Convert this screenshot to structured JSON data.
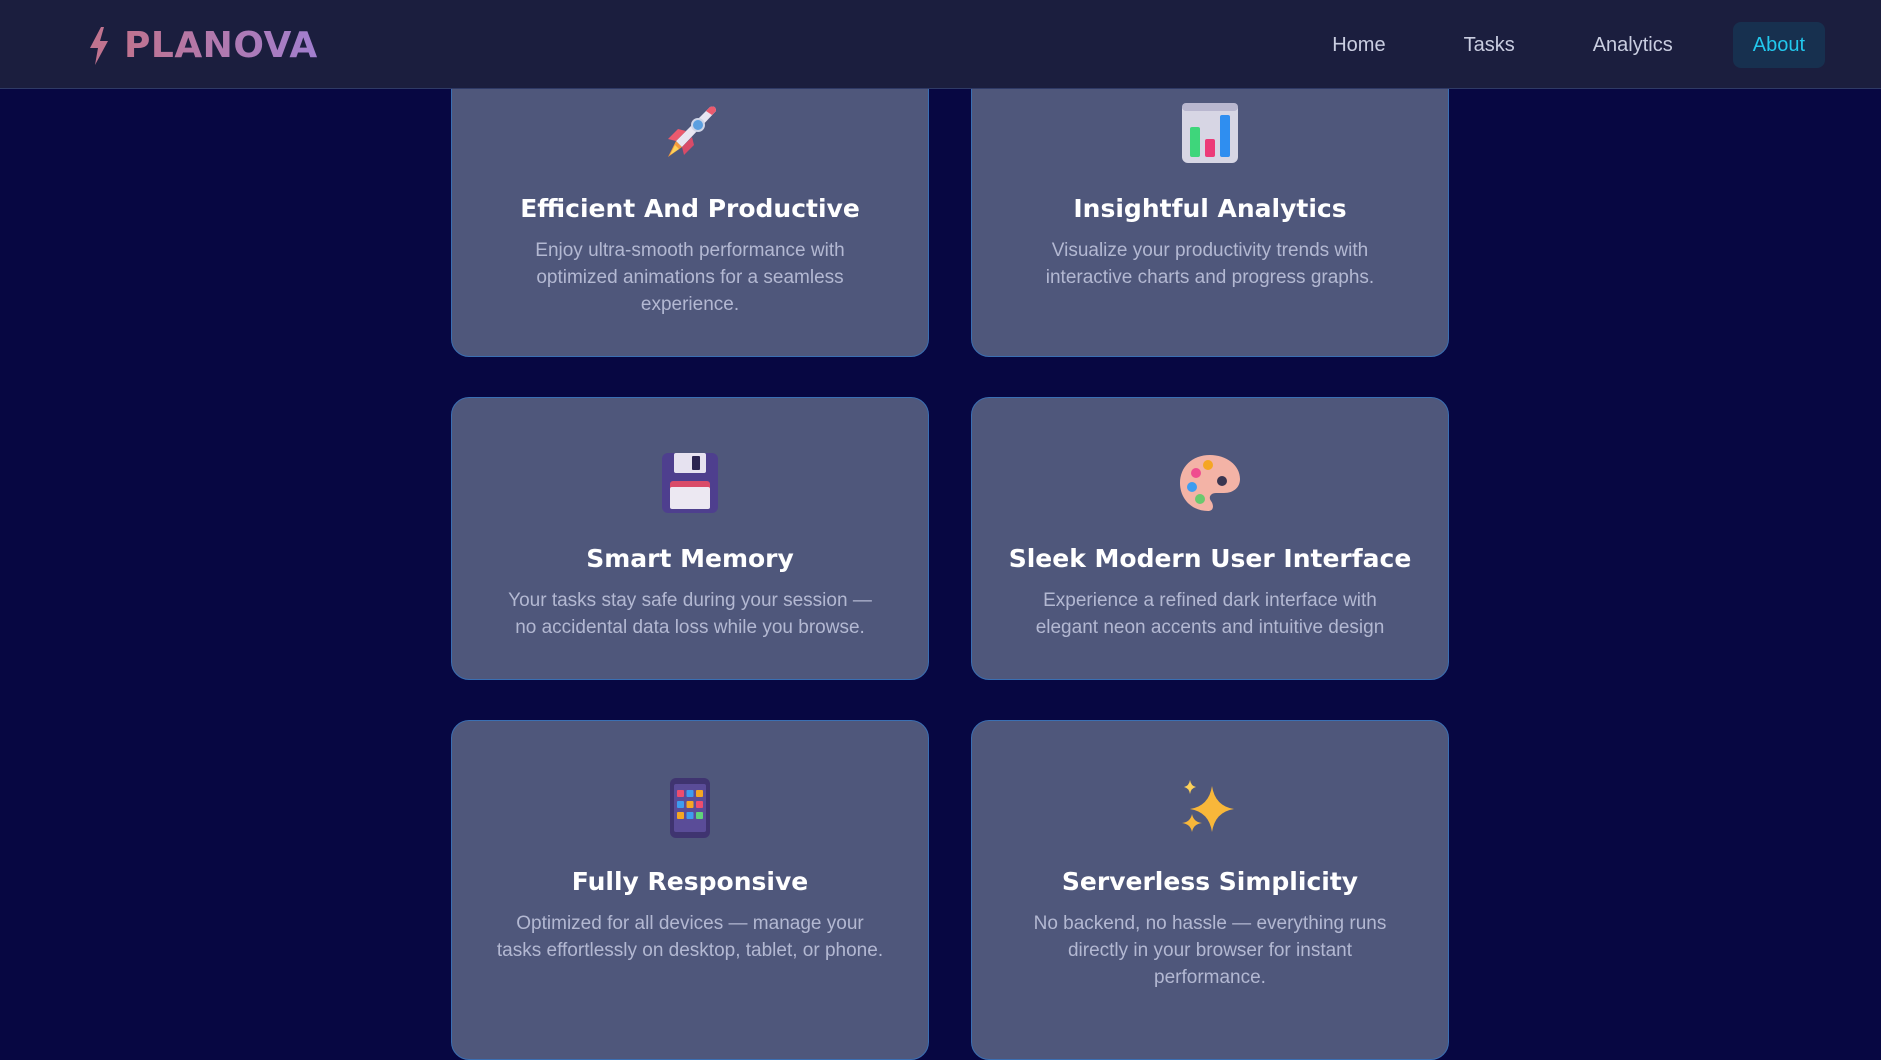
{
  "brand": {
    "name": "PLANOVA",
    "icon": "lightning-bolt-icon",
    "gradient": [
      "#c0738f",
      "#a17fcf"
    ]
  },
  "nav": {
    "items": [
      {
        "label": "Home"
      },
      {
        "label": "Tasks"
      },
      {
        "label": "Analytics"
      },
      {
        "label": "About"
      }
    ],
    "active": "About",
    "active_color": "#22c7ec"
  },
  "features": [
    {
      "icon": "rocket-icon",
      "title": "Efficient And Productive",
      "description": "Enjoy ultra-smooth performance with optimized animations for a seamless experience."
    },
    {
      "icon": "bar-chart-icon",
      "title": "Insightful Analytics",
      "description": "Visualize your productivity trends with interactive charts and progress graphs."
    },
    {
      "icon": "floppy-disk-icon",
      "title": "Smart Memory",
      "description": "Your tasks stay safe during your session — no accidental data loss while you browse."
    },
    {
      "icon": "artist-palette-icon",
      "title": "Sleek Modern User Interface",
      "description": "Experience a refined dark interface with elegant neon accents and intuitive design"
    },
    {
      "icon": "mobile-phone-icon",
      "title": "Fully Responsive",
      "description": "Optimized for all devices — manage your tasks effortlessly on desktop, tablet, or phone."
    },
    {
      "icon": "sparkles-icon",
      "title": "Serverless Simplicity",
      "description": "No backend, no hassle — everything runs directly in your browser for instant performance."
    }
  ],
  "colors": {
    "background": "#070742",
    "navbar": "#1b1e3e",
    "card": "#4f577b",
    "card_border": "#3a6fb3"
  }
}
